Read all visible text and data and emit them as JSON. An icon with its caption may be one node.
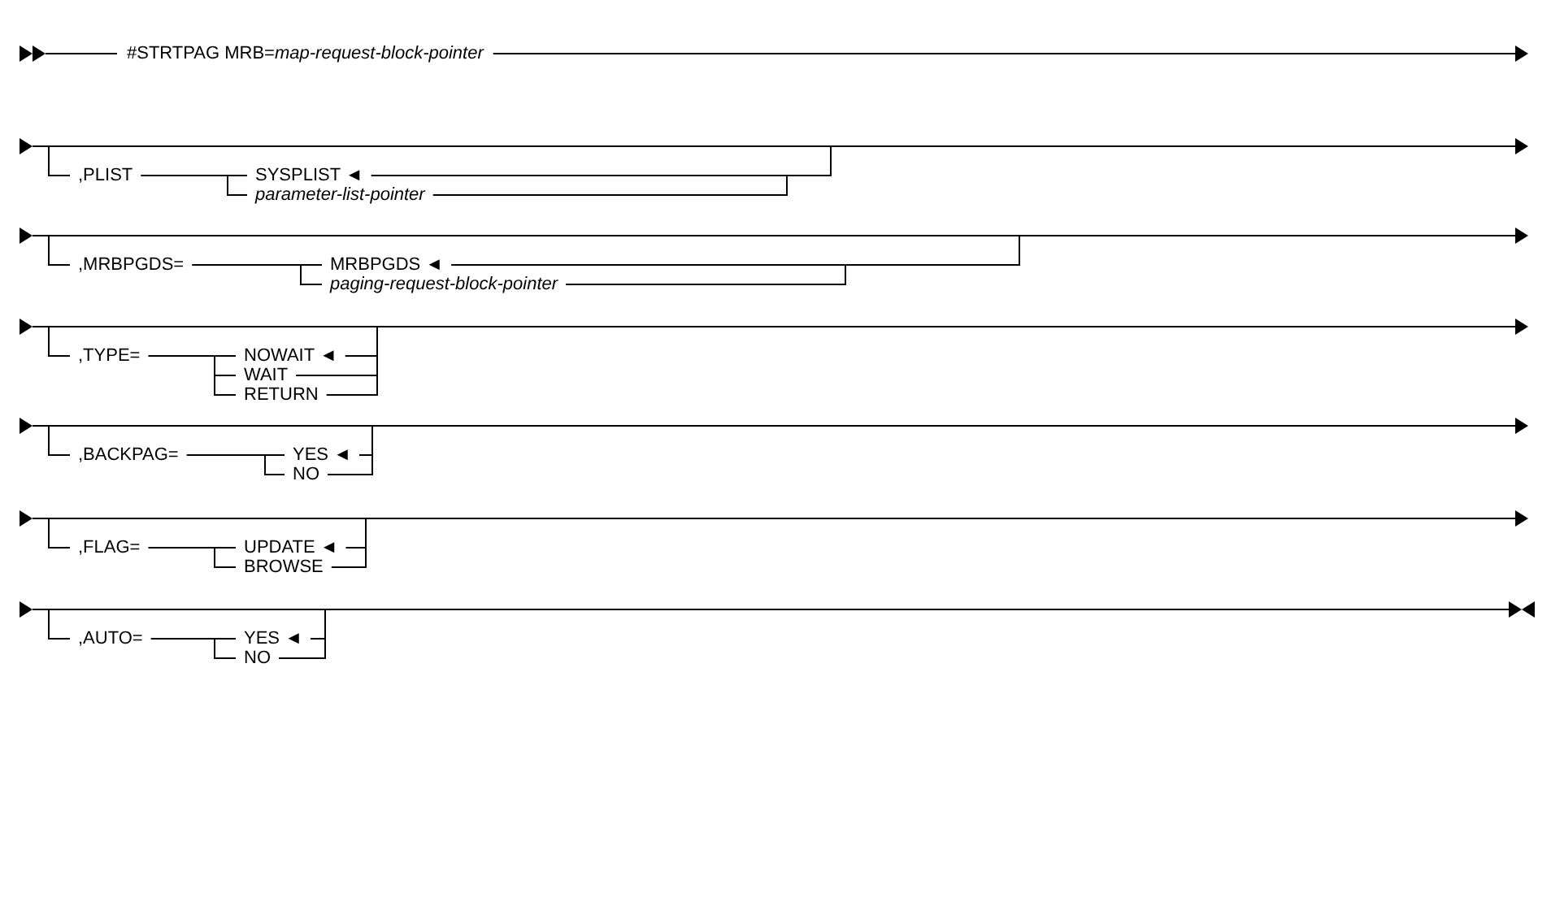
{
  "diagram": {
    "labels": [
      "#STRTPAG MRB=*map-request-block-pointer*",
      ",PLIST",
      "SYSPLIST ◄",
      "parameter-list-pointer",
      ",MRBPGDS=",
      "MRBPGDS ◄",
      "paging-request-block-pointer",
      ",TYPE=",
      "NOWAIT ◄",
      "WAIT",
      "RETURN",
      ",BACKPAG=",
      "YES ◄",
      "NO",
      ",FLAG=",
      "UPDATE ◄",
      "BROWSE",
      ",AUTO=",
      "YES ◄",
      "NO"
    ]
  }
}
